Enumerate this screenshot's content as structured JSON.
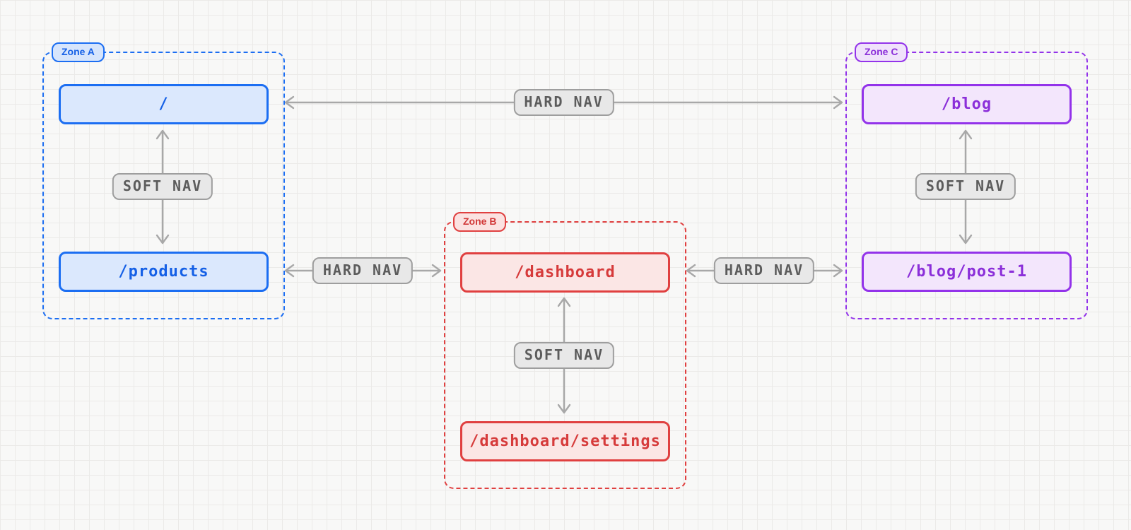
{
  "palette": {
    "background": "#f8f8f7",
    "grid_line": "#ebeae8",
    "arrow_gray": "#a8a8a8",
    "nav_pill_bg": "#e8e8e8",
    "nav_pill_border": "#9e9e9e",
    "nav_pill_text": "#5c5c5c",
    "zone_a_accent": "#1c6ef2",
    "zone_a_node_fill": "#dbe8fd",
    "zone_b_accent": "#e04040",
    "zone_b_node_fill": "#fbe6e5",
    "zone_c_accent": "#9333ea",
    "zone_c_node_fill": "#f3e6fc"
  },
  "zones": [
    {
      "label": "Zone A"
    },
    {
      "label": "Zone B"
    },
    {
      "label": "Zone C"
    }
  ],
  "nodes": [
    {
      "label": "/",
      "zone": "Zone A"
    },
    {
      "label": "/products",
      "zone": "Zone A"
    },
    {
      "label": "/dashboard",
      "zone": "Zone B"
    },
    {
      "label": "/dashboard/settings",
      "zone": "Zone B"
    },
    {
      "label": "/blog",
      "zone": "Zone C"
    },
    {
      "label": "/blog/post-1",
      "zone": "Zone C"
    }
  ],
  "edges": [
    {
      "label": "HARD NAV",
      "from": "/",
      "to": "/blog",
      "direction": "bidirectional"
    },
    {
      "label": "SOFT NAV",
      "from": "/",
      "to": "/products",
      "direction": "bidirectional"
    },
    {
      "label": "HARD NAV",
      "from": "/products",
      "to": "/dashboard",
      "direction": "bidirectional"
    },
    {
      "label": "SOFT NAV",
      "from": "/dashboard",
      "to": "/dashboard/settings",
      "direction": "bidirectional"
    },
    {
      "label": "HARD NAV",
      "from": "/dashboard",
      "to": "/blog/post-1",
      "direction": "bidirectional"
    },
    {
      "label": "SOFT NAV",
      "from": "/blog",
      "to": "/blog/post-1",
      "direction": "bidirectional"
    }
  ]
}
